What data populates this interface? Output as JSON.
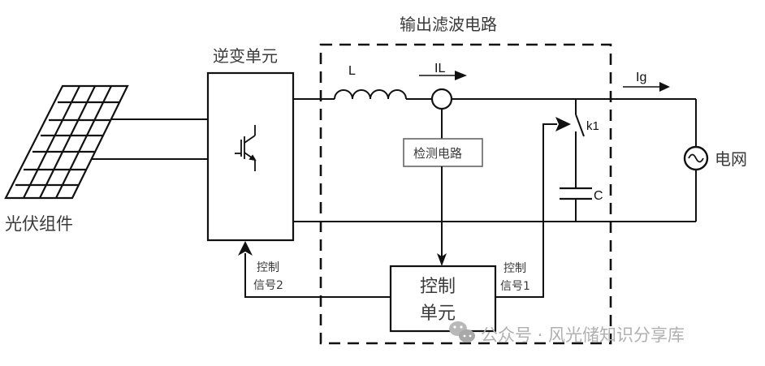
{
  "diagram": {
    "labels": {
      "filter_circuit_title": "输出滤波电路",
      "inverter_title": "逆变单元",
      "pv_module": "光伏组件",
      "inductor": "L",
      "inductor_current": "IL",
      "grid_current": "Ig",
      "switch": "k1",
      "capacitor": "C",
      "grid": "电网",
      "detection_circuit": "检测电路",
      "control_unit_line1": "控制",
      "control_unit_line2": "单元",
      "control_signal1_line1": "控制",
      "control_signal1_line2": "信号1",
      "control_signal2_line1": "控制",
      "control_signal2_line2": "信号2"
    },
    "icons": {
      "pv_panel": "solar-panel-icon",
      "igbt": "igbt-transistor-icon",
      "ac_source": "ac-source-icon",
      "watermark_logo": "wechat-icon"
    },
    "colors": {
      "line": "#111111",
      "text": "#3a3a3a",
      "watermark": "#b0b0b0"
    }
  },
  "watermark": {
    "text": "公众号 · 风光储知识分享库"
  }
}
